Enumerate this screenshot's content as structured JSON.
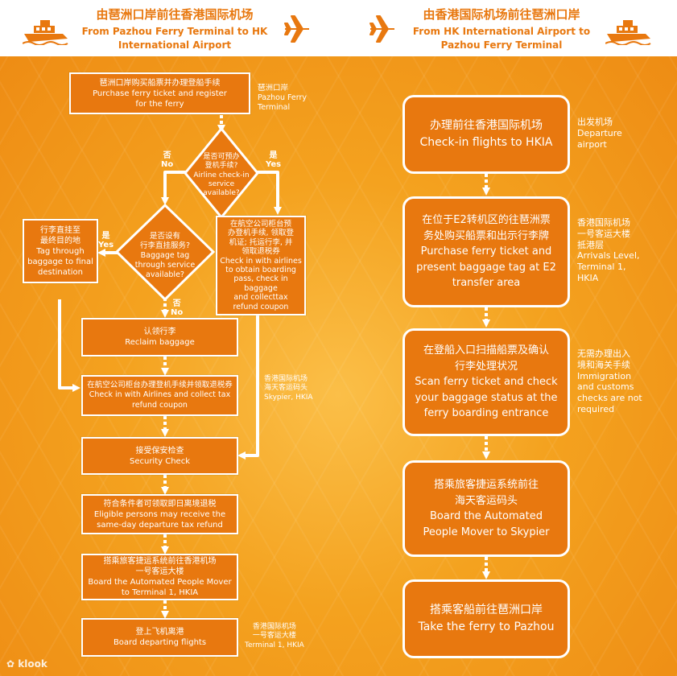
{
  "left_header": {
    "title_cn": "由琶洲口岸前往香港国际机场",
    "title_en_line1": "From Pazhou Ferry Terminal to HK",
    "title_en_line2": "International Airport"
  },
  "right_header": {
    "title_cn": "由香港国际机场前往琶洲口岸",
    "title_en_line1": "From HK International Airport to",
    "title_en_line2": "Pazhou Ferry Terminal"
  },
  "left_flow": {
    "purchase": {
      "cn": "琶洲口岸购买船票并办理登船手续",
      "en1": "Purchase ferry ticket and register",
      "en2": "for the ferry"
    },
    "purchase_note": {
      "cn": "琶洲口岸",
      "en1": "Pazhou Ferry",
      "en2": "Terminal"
    },
    "decision1": {
      "cn1": "是否可预办",
      "cn2": "登机手续?",
      "en1": "Airline check-in",
      "en2": "service",
      "en3": "available?"
    },
    "decision1_no": {
      "cn": "否",
      "en": "No"
    },
    "decision1_yes": {
      "cn": "是",
      "en": "Yes"
    },
    "decision2": {
      "cn1": "是否设有",
      "cn2": "行李直挂服务?",
      "en1": "Baggage tag",
      "en2": "through service",
      "en3": "available?"
    },
    "decision2_yes": {
      "cn": "是",
      "en": "Yes"
    },
    "decision2_no": {
      "cn": "否",
      "en": "No"
    },
    "tag_through": {
      "cn1": "行李直挂至",
      "cn2": "最终目的地",
      "en1": "Tag through",
      "en2": "baggage to final",
      "en3": "destination"
    },
    "checkin_counter": {
      "cn1": "在航空公司柜台预",
      "cn2": "办登机手续, 领取登",
      "cn3": "机证; 托运行李, 并",
      "cn4": "领取退税券",
      "en1": "Check in with airlines",
      "en2": "to obtain boarding",
      "en3": "pass, check in baggage",
      "en4": "and collecttax",
      "en5": "refund coupon"
    },
    "reclaim": {
      "cn": "认领行李",
      "en": "Reclaim baggage"
    },
    "checkin_collect": {
      "cn": "在航空公司柜台办理登机手续并领取退税券",
      "en1": "Check in with Airlines and collect tax",
      "en2": "refund coupon"
    },
    "skypier_note": {
      "cn1": "香港国际机场",
      "cn2": "海天客运码头",
      "en": "Skypier, HKIA"
    },
    "security": {
      "cn": "接受保安检查",
      "en": "Security Check"
    },
    "tax_refund": {
      "cn": "符合条件者可领取即日离境退税",
      "en1": "Eligible persons may receive the",
      "en2": "same-day departure tax refund"
    },
    "apm": {
      "cn1": "搭乘旅客捷运系统前往香港机场",
      "cn2": "一号客运大楼",
      "en1": "Board the Automated People Mover",
      "en2": "to Terminal 1, HKIA"
    },
    "board": {
      "cn": "登上飞机离港",
      "en": "Board  departing flights"
    },
    "board_note": {
      "cn1": "香港国际机场",
      "cn2": "一号客运大楼",
      "en": "Terminal 1, HKIA"
    }
  },
  "right_flow": {
    "step1": {
      "cn": "办理前往香港国际机场",
      "en": "Check-in flights to HKIA"
    },
    "step1_note": {
      "cn": "出发机场",
      "en1": "Departure",
      "en2": "airport"
    },
    "step2": {
      "cn1": "在位于E2转机区的往琶洲票",
      "cn2": "务处购买船票和出示行李牌",
      "en1": "Purchase ferry ticket and",
      "en2": "present baggage tag at E2",
      "en3": "transfer area"
    },
    "step2_note": {
      "cn1": "香港国际机场",
      "cn2": "一号客运大楼",
      "cn3": "抵港层",
      "en1": "Arrivals Level,",
      "en2": "Terminal 1,",
      "en3": "HKIA"
    },
    "step3": {
      "cn1": "在登船入口扫描船票及确认",
      "cn2": "行李处理状况",
      "en1": "Scan ferry ticket and check",
      "en2": "your baggage status at the",
      "en3": "ferry boarding entrance"
    },
    "step3_note": {
      "cn1": "无需办理出入",
      "cn2": "境和海关手续",
      "en1": "Immigration",
      "en2": "and customs",
      "en3": "checks are not",
      "en4": "required"
    },
    "step4": {
      "cn1": "搭乘旅客捷运系统前往",
      "cn2": "海天客运码头",
      "en1": "Board the Automated",
      "en2": "People Mover to Skypier"
    },
    "step5": {
      "cn": "搭乘客船前往琶洲口岸",
      "en": "Take the ferry to Pazhou"
    }
  },
  "brand": {
    "logo_text": "klook"
  },
  "colors": {
    "orange": "#e8780f",
    "background": "#f4a21f",
    "white": "#ffffff"
  },
  "icons": [
    "ferry-icon",
    "airplane-icon"
  ]
}
